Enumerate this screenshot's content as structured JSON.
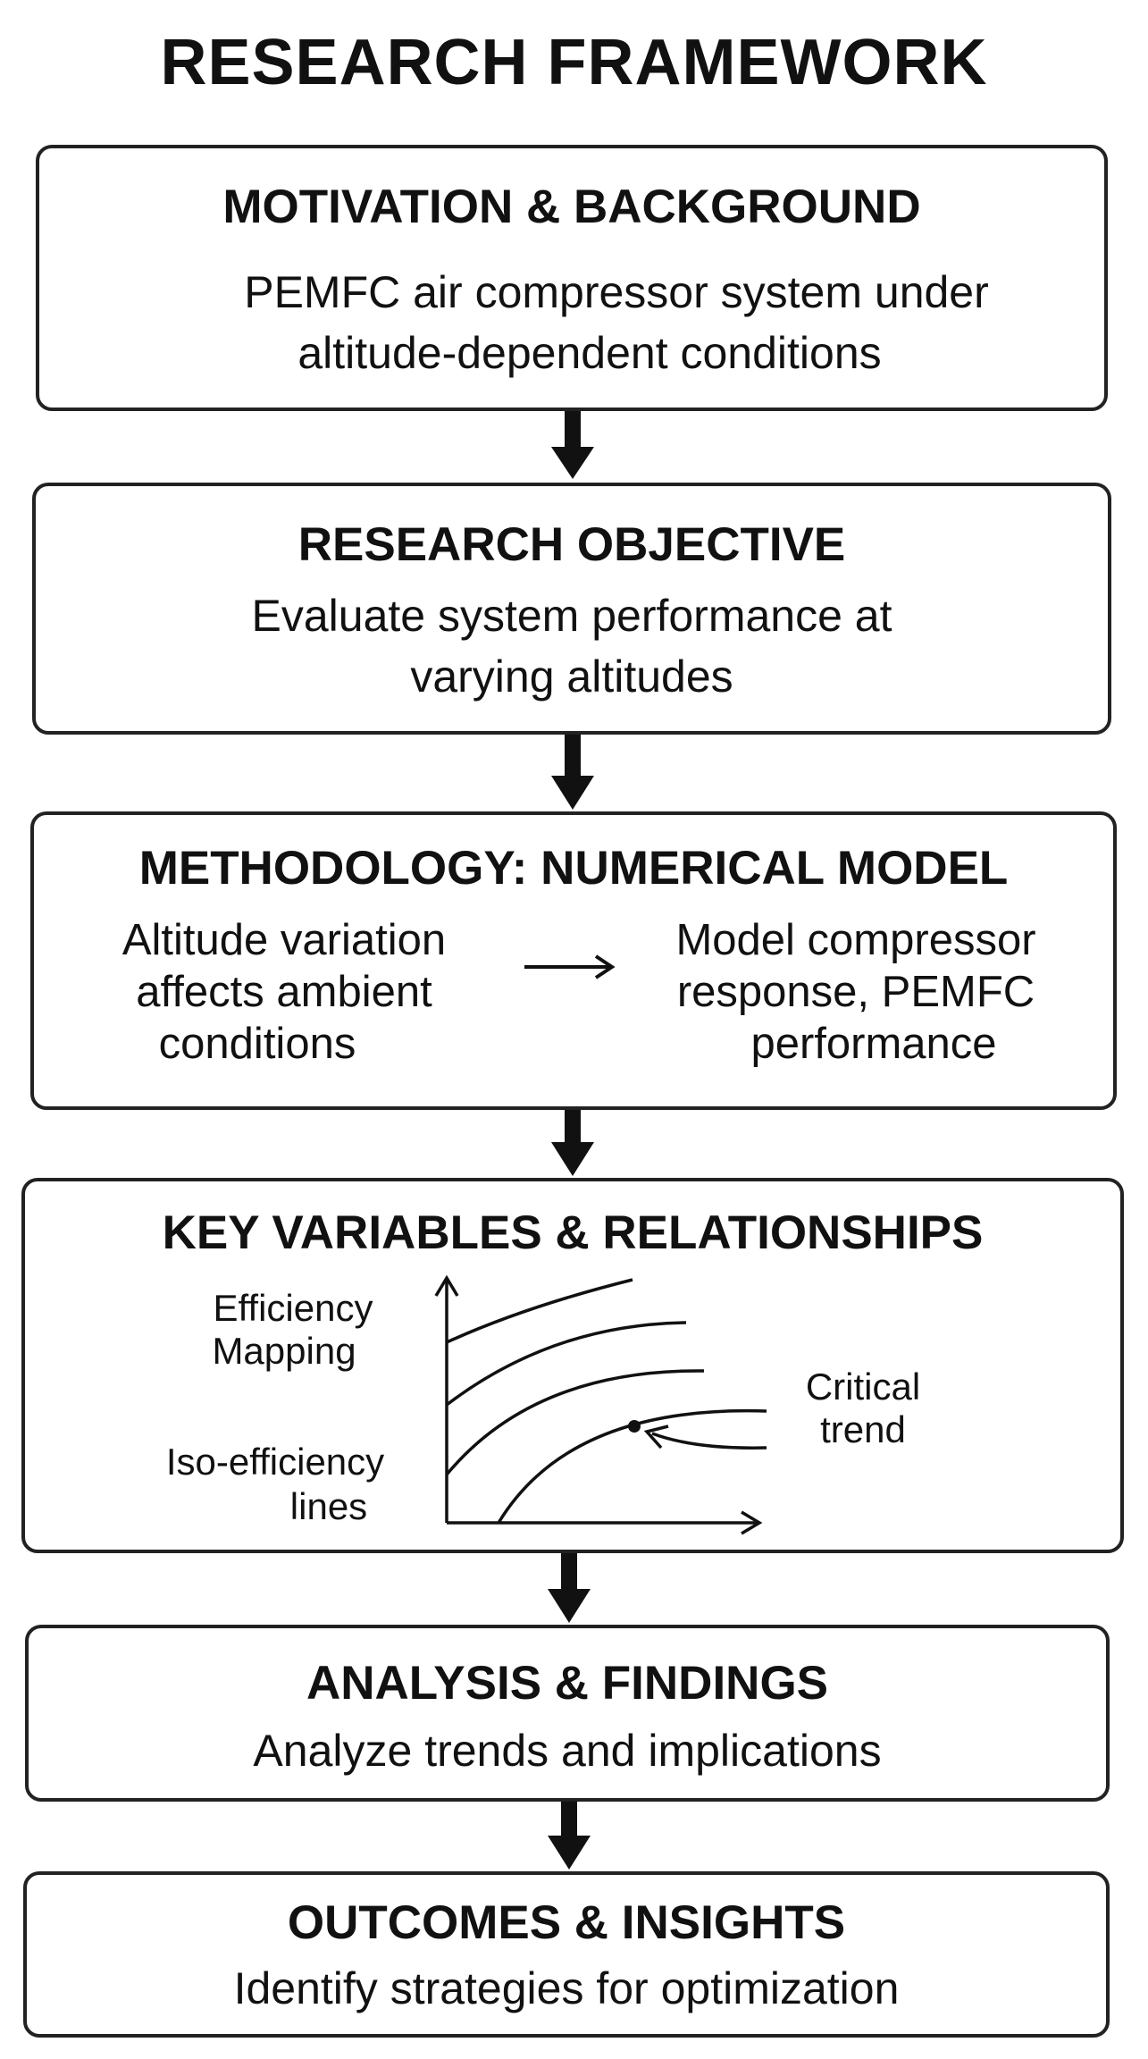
{
  "title": "RESEARCH FRAMEWORK",
  "steps": {
    "motivation": {
      "title": "MOTIVATION & BACKGROUND",
      "line1": "PEMFC air compressor system under",
      "line2": "altitude-dependent conditions"
    },
    "objective": {
      "title": "RESEARCH OBJECTIVE",
      "line1": "Evaluate system performance  at",
      "line2": "varying altitudes"
    },
    "methodology": {
      "title": "METHODOLOGY: NUMERICAL MODEL",
      "left_lines": [
        "Altitude variation",
        "affects ambient",
        "conditions"
      ],
      "right_lines": [
        "Model compressor",
        "response, PEMFC",
        "performance"
      ]
    },
    "key_variables": {
      "title": "KEY VARIABLES & RELATIONSHIPS",
      "label_efficiency": [
        "Efficiency",
        "Mapping"
      ],
      "label_iso": [
        "Iso-efficiency",
        "lines"
      ],
      "label_critical": [
        "Critical",
        "trend"
      ]
    },
    "analysis": {
      "title": "ANALYSIS & FINDINGS",
      "line1": "Analyze trends and implications"
    },
    "outcomes": {
      "title": "OUTCOMES & INSIGHTS",
      "line1": "Identify strategies for optimization"
    }
  },
  "colors": {
    "stroke": "#222222",
    "text": "#111111",
    "background": "#ffffff"
  }
}
